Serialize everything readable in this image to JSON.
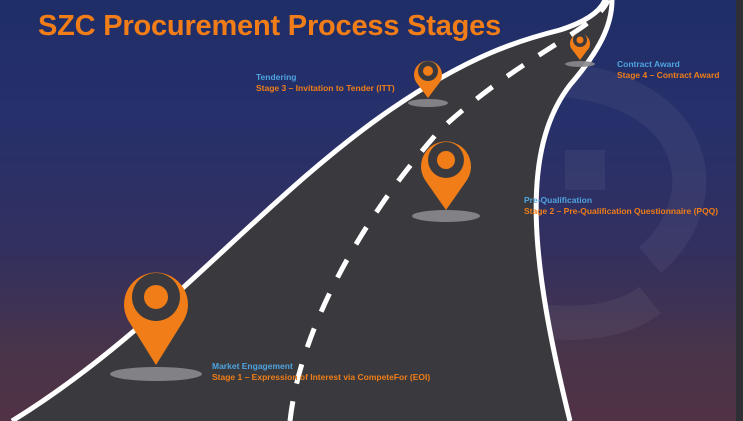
{
  "title": "SZC Procurement Process Stages",
  "colors": {
    "accent": "#f07d17",
    "label_blue": "#4fa3e0",
    "road": "#3a3a3e",
    "road_edge": "#ffffff",
    "background_top": "#1f2e68",
    "background_bottom": "#513245"
  },
  "icons": [
    "map-pin-icon",
    "road-illustration",
    "logo-watermark"
  ],
  "stages": [
    {
      "name": "Market Engagement",
      "stage": "Stage 1 – Expression of Interest via CompeteFor (EOI)"
    },
    {
      "name": "Pre-Qualification",
      "stage": "Stage 2 – Pre-Qualification Questionnaire (PQQ)"
    },
    {
      "name": "Tendering",
      "stage": "Stage 3 – Invitation to Tender (ITT)"
    },
    {
      "name": "Contract Award",
      "stage": "Stage 4 – Contract Award"
    }
  ]
}
